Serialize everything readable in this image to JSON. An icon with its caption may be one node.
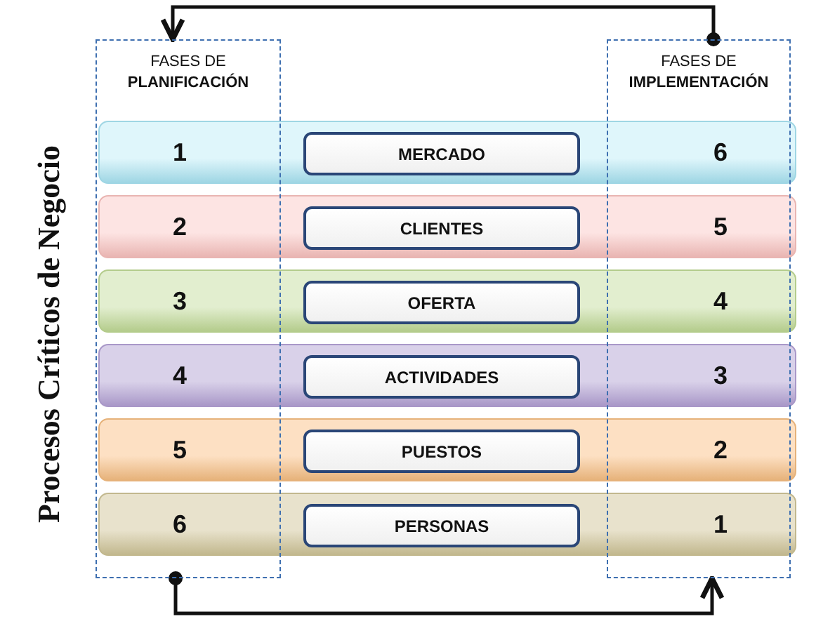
{
  "diagram": {
    "nodes": [
      {
        "text": [
          "FASES DE **PLANIFICACIÓN**"
        ]
      },
      {
        "text": [
          "FASES DE **IMPLEMENTACIÓN**"
        ]
      },
      {
        "text": [
          "1",
          "6"
        ]
      },
      {
        "text": [
          "MERCADO"
        ],
        "in": 2
      },
      {
        "text": [
          "2",
          "5"
        ]
      },
      {
        "text": [
          "CLIENTES"
        ],
        "in": 4
      },
      {
        "text": [
          "3",
          "4"
        ]
      },
      {
        "text": [
          "OFERTA"
        ],
        "in": 6
      },
      {
        "text": [
          "4",
          "3"
        ]
      },
      {
        "text": [
          "ACTIVIDADES"
        ],
        "in": 8
      },
      {
        "text": [
          "5",
          "2"
        ]
      },
      {
        "text": [
          "PUESTOS"
        ],
        "in": 10
      },
      {
        "text": [
          "6",
          "1"
        ]
      },
      {
        "text": [
          "PERSONAS"
        ],
        "in": 12
      }
    ],
    "edges": [
      {
        "from": 0,
        "to": 1,
        "arrow": "to"
      },
      {
        "from": 1,
        "to": 0,
        "arrow": "to"
      }
    ],
    "labels": [
      "Procesos Críticos de Negocio"
    ]
  }
}
